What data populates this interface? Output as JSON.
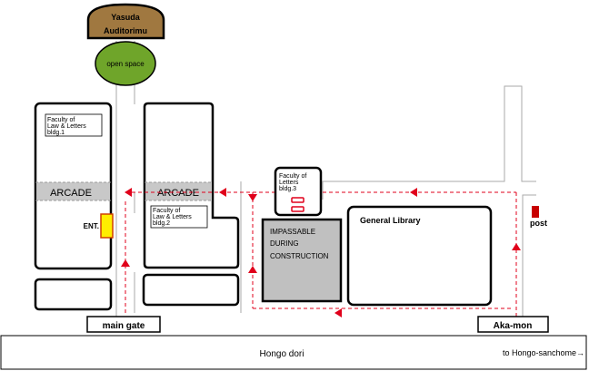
{
  "labels": {
    "yasuda_line1": "Yasuda",
    "yasuda_line2": "Auditorimu",
    "open_space": "open space",
    "fll1_line1": "Faculty of",
    "fll1_line2": "Law & Letters",
    "fll1_line3": "bldg.1",
    "arcade_left": "ARCADE",
    "arcade_right": "ARCADE",
    "entrance": "ENT.",
    "fll2_line1": "Faculty of",
    "fll2_line2": "Law & Letters",
    "fll2_line3": "bldg.2",
    "fll3_line1": "Faculty of",
    "fll3_line2": "Letters",
    "fll3_line3": "bldg.3",
    "impassable_line1": "IMPASSABLE",
    "impassable_line2": "DURING",
    "impassable_line3": "CONSTRUCTION",
    "general_library": "General Library",
    "post": "post",
    "main_gate": "main gate",
    "aka_mon": "Aka-mon",
    "hongo_dori": "Hongo dori",
    "to_hongo_sanchome": "to Hongo-sanchome→"
  },
  "colors": {
    "route": "#e0001b",
    "yasuda_fill": "#a07840",
    "open_space_fill": "#6fa52a",
    "entrance_fill": "#ffee00",
    "post_fill": "#c80000",
    "arcade_fill": "#c8c8c8",
    "construction_fill": "#c0c0c0"
  }
}
